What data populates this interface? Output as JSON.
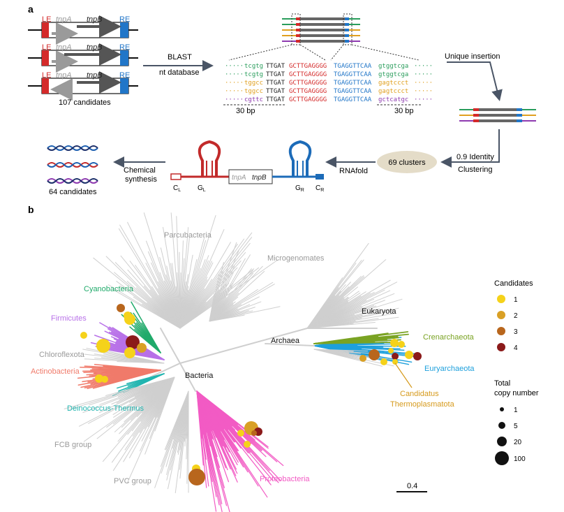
{
  "panel_a": {
    "label": "a",
    "cassette": {
      "le": "LE",
      "re": "RE",
      "tnpa": "tnpA",
      "tnpb": "tnpB"
    },
    "candidates_count": "107 candidates",
    "blast": "BLAST",
    "nt_database": "nt database",
    "alignment": [
      {
        "left": "tcgtg",
        "core": "TTGAT",
        "red": "GCTTGAGGGG",
        "blue": "TGAGGTTCAA",
        "right": "gtggtcga",
        "color": "#2a9d5c"
      },
      {
        "left": "tcgtg",
        "core": "TTGAT",
        "red": "GCTTGAGGGG",
        "blue": "TGAGGTTCAA",
        "right": "gtggtcga",
        "color": "#2a9d5c"
      },
      {
        "left": "tggcc",
        "core": "TTGAT",
        "red": "GCTTGAGGGG",
        "blue": "TGAGGTTCAA",
        "right": "gagtccct",
        "color": "#e0a020"
      },
      {
        "left": "tggcc",
        "core": "TTGAT",
        "red": "GCTTGAGGGG",
        "blue": "TGAGGTTCAA",
        "right": "gagtccct",
        "color": "#e0a020"
      },
      {
        "left": "cgttc",
        "core": "TTGAT",
        "red": "GCTTGAGGGG",
        "blue": "TGAGGTTCAA",
        "right": "gctcatgc",
        "color": "#8e3bb0"
      }
    ],
    "bp_left": "30 bp",
    "bp_right": "30 bp",
    "unique_insertion": "Unique insertion",
    "identity": "0.9 Identity",
    "clustering": "Clustering",
    "clusters": "69 clusters",
    "rnafold": "RNAfold",
    "structure": {
      "cl": "C",
      "cl_sub": "L",
      "gl": "G",
      "gl_sub": "L",
      "gr": "G",
      "gr_sub": "R",
      "cr": "C",
      "cr_sub": "R",
      "tnpa": "tnpA",
      "tnpb": "tnpB"
    },
    "chemical": "Chemical",
    "synthesis": "synthesis",
    "final_candidates": "64 candidates"
  },
  "panel_b": {
    "label": "b",
    "clades": {
      "parcubacteria": "Parcubacteria",
      "microgenomates": "Microgenomates",
      "cyanobacteria": "Cyanobacteria",
      "firmicutes": "Firmicutes",
      "chloroflexota": "Chloroflexota",
      "actinobacteria": "Actinobacteria",
      "bacteria": "Bacteria",
      "deinococcus": "Deinococcus-Thermus",
      "fcb": "FCB group",
      "pvc": "PVC group",
      "proteobacteria": "Proteobacteria",
      "eukaryota": "Eukaryota",
      "archaea": "Archaea",
      "crenarchaeota": "Crenarchaeota",
      "euryarchaeota": "Euryarchaeota",
      "candidatus_1": "Candidatus",
      "candidatus_2": "Thermoplasmatota"
    },
    "legend_candidates": {
      "title": "Candidates",
      "items": [
        {
          "label": "1",
          "color": "#f5d21a"
        },
        {
          "label": "2",
          "color": "#d9a025"
        },
        {
          "label": "3",
          "color": "#b8661d"
        },
        {
          "label": "4",
          "color": "#8b1a1a"
        }
      ]
    },
    "legend_copy": {
      "title_1": "Total",
      "title_2": "copy number",
      "items": [
        "1",
        "5",
        "20",
        "100"
      ]
    },
    "scale": "0.4",
    "colors": {
      "gray": "#cfcfcf",
      "cyanobacteria": "#1faa6a",
      "firmicutes": "#b871e8",
      "actinobacteria": "#f07a6a",
      "deinococcus": "#22b5b0",
      "proteobacteria": "#f25bc4",
      "crenarchaeota": "#7aa323",
      "euryarchaeota": "#1ea0dc",
      "thermoplasmatota": "#d69a1c"
    }
  }
}
